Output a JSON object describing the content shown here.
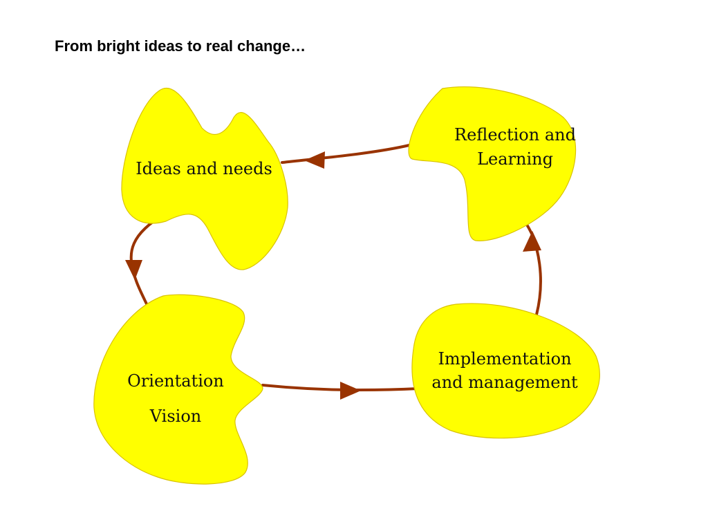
{
  "title": "From bright ideas to real change…",
  "colors": {
    "blob_fill": "#ffff00",
    "blob_stroke": "#d9c200",
    "arrow": "#993300"
  },
  "nodes": {
    "ideas": {
      "line1": "Ideas and needs"
    },
    "reflection": {
      "line1": "Reflection and",
      "line2": "Learning"
    },
    "orientation": {
      "line1": "Orientation",
      "line2": "Vision"
    },
    "implementation": {
      "line1": "Implementation",
      "line2": "and management"
    }
  },
  "flow": [
    {
      "from": "Ideas and needs",
      "to": "Orientation"
    },
    {
      "from": "Orientation",
      "to": "Implementation and management"
    },
    {
      "from": "Implementation and management",
      "to": "Reflection and Learning"
    },
    {
      "from": "Reflection and Learning",
      "to": "Ideas and needs"
    }
  ]
}
